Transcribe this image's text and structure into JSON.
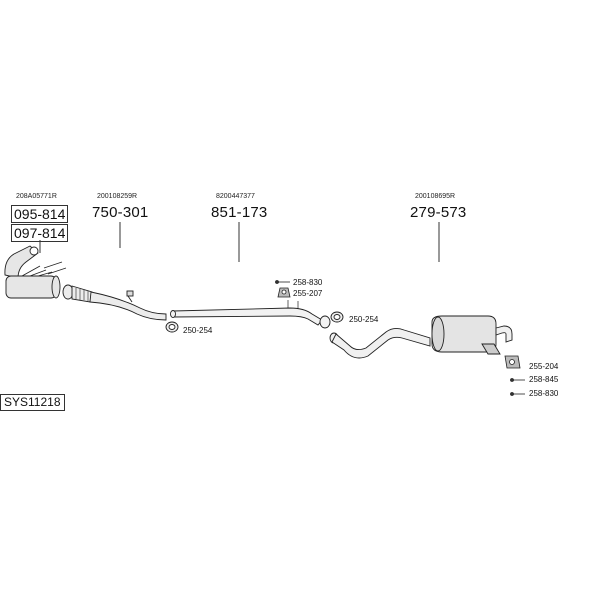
{
  "oe_numbers": {
    "catalyst": "208A05771R",
    "front_pipe": "200108259R",
    "middle_pipe": "8200447377",
    "rear_silencer": "200108695R"
  },
  "part_numbers": {
    "catalyst_primary": "095-814",
    "catalyst_secondary": "097-814",
    "front_pipe": "750-301",
    "middle_pipe": "851-173",
    "rear_silencer": "279-573"
  },
  "fittings": {
    "clamp_front": "250-254",
    "clamp_middle": "250-254",
    "bolt_top": "258-830",
    "gasket_top": "255-207",
    "mount_rear": "255-204",
    "bolt_rear_1": "258-845",
    "bolt_rear_2": "258-830"
  },
  "system_code": "SYS11218"
}
